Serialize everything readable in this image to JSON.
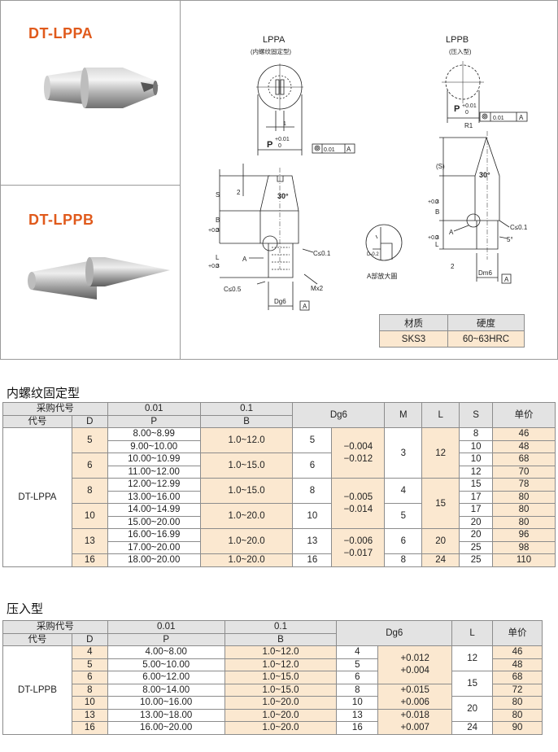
{
  "products": {
    "a_title": "DT-LPPA",
    "b_title": "DT-LPPB"
  },
  "drawing": {
    "lppa_title": "LPPA",
    "lppa_sub": "(内螺纹固定型)",
    "lppb_title": "LPPB",
    "lppb_sub": "(压入型)",
    "p_label": "P",
    "p_tol_top": "+0.01",
    "p_tol_bot": "0",
    "tol_frame_val": "0.01",
    "tol_frame_ref": "A",
    "angle": "30°",
    "angle5": "5°",
    "r1": "R1",
    "s": "S",
    "s_paren": "(S)",
    "two": "2",
    "one": "1",
    "b_label": "B",
    "l_label": "L",
    "tol03": "+0.3",
    "tol0": "0",
    "a_label": "A",
    "c01": "C≤0.1",
    "c05": "C≤0.5",
    "mx2": "Mx2",
    "dg6": "Dg6",
    "dm6": "Dm6",
    "d02": "D-0.2",
    "detail_label": "A部放大圖"
  },
  "material": {
    "headers": [
      "材质",
      "硬度"
    ],
    "values": [
      "SKS3",
      "60~63HRC"
    ]
  },
  "section1": {
    "title": "内螺纹固定型",
    "h_purchase": "采购代号",
    "h_001": "0.01",
    "h_01": "0.1",
    "h_dg6": "Dg6",
    "h_m": "M",
    "h_l": "L",
    "h_s": "S",
    "h_price": "单价",
    "h_code": "代号",
    "h_d": "D",
    "h_p": "P",
    "h_b": "B",
    "code": "DT-LPPA",
    "d": [
      "5",
      "6",
      "8",
      "10",
      "13",
      "16"
    ],
    "p": [
      "8.00~8.99",
      "9.00~10.00",
      "10.00~10.99",
      "11.00~12.00",
      "12.00~12.99",
      "13.00~16.00",
      "14.00~14.99",
      "15.00~20.00",
      "16.00~16.99",
      "17.00~20.00",
      "18.00~20.00"
    ],
    "b": [
      "1.0~12.0",
      "1.0~15.0",
      "1.0~15.0",
      "1.0~20.0",
      "1.0~20.0",
      "1.0~20.0"
    ],
    "dg": [
      "5",
      "6",
      "8",
      "10",
      "13",
      "16"
    ],
    "tol": [
      [
        "−0.004",
        "−0.012"
      ],
      [
        "−0.005",
        "−0.014"
      ],
      [
        "−0.006",
        "−0.017"
      ]
    ],
    "m": [
      "3",
      "4",
      "5",
      "6",
      "8"
    ],
    "l": [
      "12",
      "15",
      "20",
      "24"
    ],
    "s": [
      "8",
      "10",
      "10",
      "12",
      "15",
      "17",
      "17",
      "20",
      "20",
      "25",
      "25"
    ],
    "price": [
      "46",
      "48",
      "68",
      "70",
      "78",
      "80",
      "80",
      "80",
      "96",
      "98",
      "110"
    ]
  },
  "section2": {
    "title": "压入型",
    "h_purchase": "采购代号",
    "h_001": "0.01",
    "h_01": "0.1",
    "h_dg6": "Dg6",
    "h_l": "L",
    "h_price": "单价",
    "h_code": "代号",
    "h_d": "D",
    "h_p": "P",
    "h_b": "B",
    "code": "DT-LPPB",
    "d": [
      "4",
      "5",
      "6",
      "8",
      "10",
      "13",
      "16"
    ],
    "p": [
      "4.00~8.00",
      "5.00~10.00",
      "6.00~12.00",
      "8.00~14.00",
      "10.00~16.00",
      "13.00~18.00",
      "16.00~20.00"
    ],
    "b": [
      "1.0~12.0",
      "1.0~12.0",
      "1.0~15.0",
      "1.0~15.0",
      "1.0~20.0",
      "1.0~20.0",
      "1.0~20.0"
    ],
    "dg": [
      "4",
      "5",
      "6",
      "8",
      "10",
      "13",
      "16"
    ],
    "tol": [
      [
        "+0.012",
        "+0.004"
      ],
      [
        "+0.015",
        "+0.006"
      ],
      [
        "+0.018",
        "+0.007"
      ]
    ],
    "l": [
      "12",
      "15",
      "20",
      "24"
    ],
    "price": [
      "46",
      "48",
      "68",
      "72",
      "80",
      "80",
      "90"
    ]
  }
}
